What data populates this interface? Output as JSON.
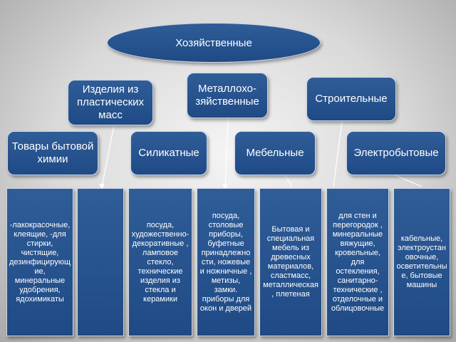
{
  "root": {
    "label": "Хозяйственные"
  },
  "categories": {
    "plastics": "Изделия из пластических масс",
    "metal": "Металлохо-зяйственные",
    "construction": "Строительные",
    "chemicals": "Товары бытовой химии",
    "silicate": "Силикатные",
    "furniture": "Мебельные",
    "electrical": "Электробытовые"
  },
  "columns": {
    "chemicals": "-лакокрасочные, клеящие, -для стирки, чистящие, дезинфицирующие, минеральные удобрения, ядохимикаты",
    "plastics": "",
    "silicate": "посуда, художественно-декоративные , ламповое стекло, технические изделия из стекла и керамики",
    "metal": "посуда, столовые приборы, буфетные принадлежности, ножевые и ножничные , метизы, замки. приборы для окон и дверей",
    "furniture": "Бытовая и специальная мебель из древесных материалов, сластмасс, металлическая, плетеная",
    "construction": "для стен и перегородок , минеральные вяжущие, кровельные, для остекления, санитарно-технические , отделочные и облицовочные",
    "electrical": "кабельные, электроустановочные, осветительные, бытовые машины"
  },
  "colors": {
    "box": "#2a5793",
    "border": "#cfd8e6",
    "line": "#ffffff"
  }
}
